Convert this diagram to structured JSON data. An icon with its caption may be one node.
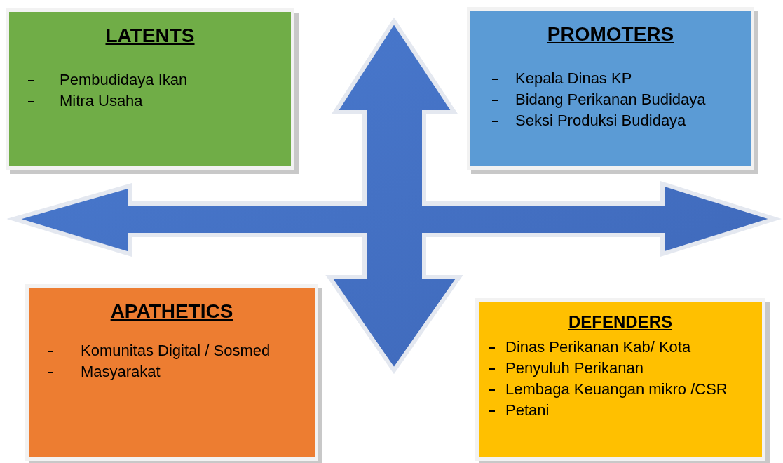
{
  "diagram": {
    "nodes": [
      {
        "text": [
          "LATENTS",
          "Pembudidaya Ikan",
          "Mitra Usaha"
        ]
      },
      {
        "text": [
          "PROMOTERS",
          "Kepala Dinas KP",
          "Bidang Perikanan Budidaya",
          "Seksi Produksi Budidaya"
        ]
      },
      {
        "text": [
          "APATHETICS",
          "Komunitas Digital / Sosmed",
          "Masyarakat"
        ]
      },
      {
        "text": [
          "DEFENDERS",
          "Dinas Perikanan Kab/ Kota",
          "Penyuluh Perikanan",
          "Lembaga Keuangan mikro /CSR",
          "Petani"
        ]
      }
    ]
  }
}
